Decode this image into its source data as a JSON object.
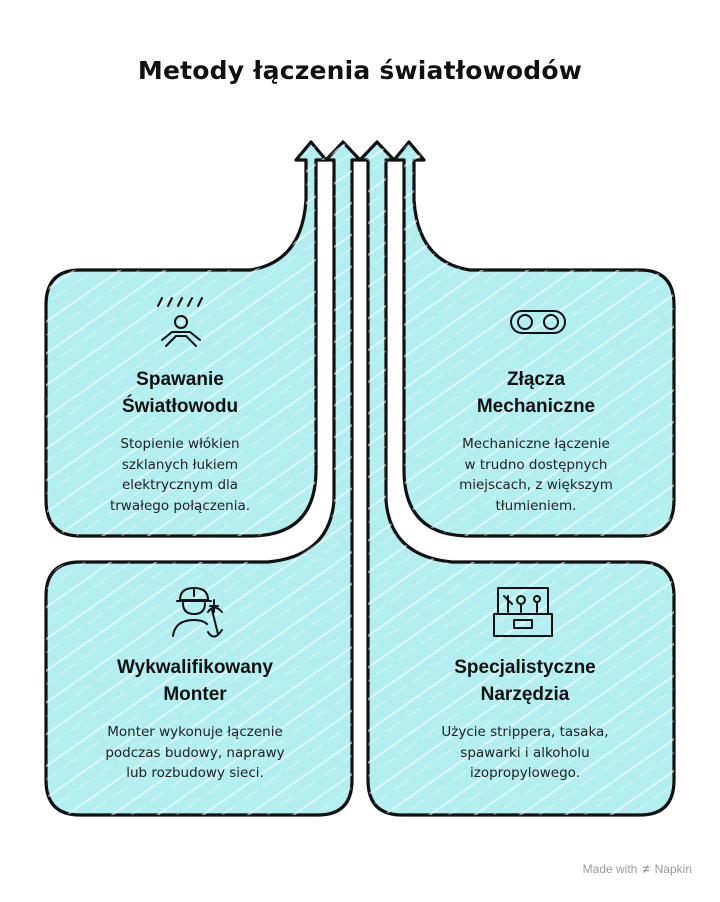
{
  "title": "Metody łączenia światłowodów",
  "cards": [
    {
      "title_line1": "Spawanie",
      "title_line2": "Światłowodu",
      "desc": [
        "Stopienie włókien",
        "szklanych łukiem",
        "elektrycznym dla",
        "trwałego połączenia."
      ],
      "icon": "welder-icon"
    },
    {
      "title_line1": "Złącza",
      "title_line2": "Mechaniczne",
      "desc": [
        "Mechaniczne łączenie",
        "w trudno dostępnych",
        "miejscach, z większym",
        "tłumieniem."
      ],
      "icon": "cassette-connector-icon"
    },
    {
      "title_line1": "Wykwalifikowany",
      "title_line2": "Monter",
      "desc": [
        "Monter wykonuje łączenie",
        "podczas budowy, naprawy",
        "lub rozbudowy sieci."
      ],
      "icon": "worker-with-wrench-icon"
    },
    {
      "title_line1": "Specjalistyczne",
      "title_line2": "Narzędzia",
      "desc": [
        "Użycie strippera, tasaka,",
        "spawarki i alkoholu",
        "izopropylowego."
      ],
      "icon": "toolbox-icon"
    }
  ],
  "footer": {
    "made_with": "Made with",
    "brand": "Napkin"
  },
  "colors": {
    "card_fill": "#b3eef0",
    "outline": "#111111"
  }
}
